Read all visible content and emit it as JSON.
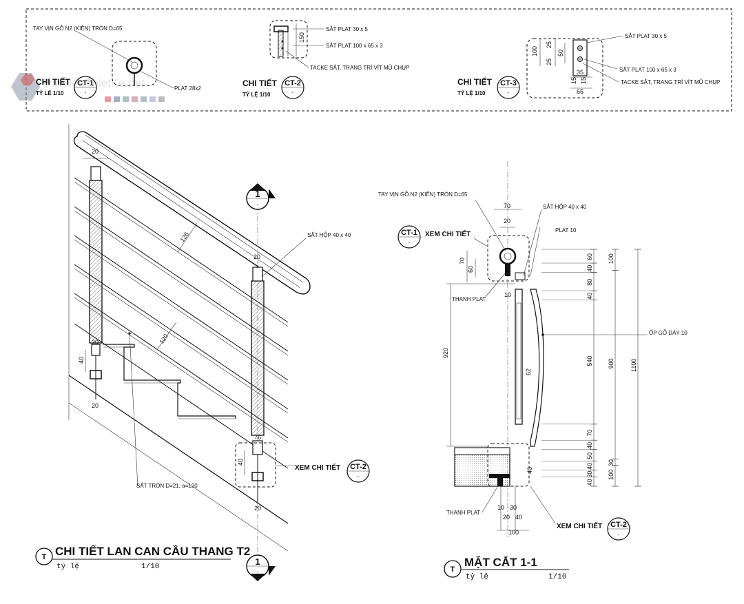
{
  "watermark": "ThuVienThietKe.net",
  "watermark_swatches": [
    "#e07070",
    "#7a8fa8",
    "#8aa8a0",
    "#c98aa0",
    "#9aa0b8",
    "#b0b0c8",
    "#a0a0a0"
  ],
  "details": {
    "ct1": {
      "title": "CHI TIẾT",
      "tag": "CT-1",
      "tag_sub": "-",
      "scale": "TỶ LỆ 1/10",
      "callouts": [
        "TAY VỊN GỖ N2 (KIỀN) TRÒN D=65",
        "PLAT 28x2"
      ]
    },
    "ct2": {
      "title": "CHI TIẾT",
      "tag": "CT-2",
      "tag_sub": "-",
      "scale": "TỶ LỆ 1/10",
      "callouts": [
        "SẮT PLAT 30 x 5",
        "SẮT PLAT 100 x 65 x 3",
        "TACKE SẮT, TRANG TRÍ VÍT MŨ CHỤP"
      ],
      "dims": [
        "150"
      ]
    },
    "ct3": {
      "title": "CHI TIẾT",
      "tag": "CT-3",
      "tag_sub": "-",
      "scale": "TỶ LỆ 1/10",
      "callouts": [
        "SẮT PLAT 30 x 5",
        "SẮT PLAT 100 x 65 x 3",
        "TACKE SẮT, TRANG TRÍ VÍT MŨ CHỤP"
      ],
      "dims": [
        "100",
        "25",
        "25",
        "50",
        "15",
        "15",
        "35",
        "65"
      ]
    }
  },
  "elevation": {
    "title": "CHI TIẾT LAN CAN CẦU THANG T2",
    "scale_label": "tỷ lệ",
    "scale_value": "1/10",
    "marker": "T",
    "section_mark": "1",
    "section_sub": "-",
    "labels": {
      "box": "SẮT HỘP 40 x 40",
      "round_bar": "SẮT TRÒN D=21, a=120",
      "see_detail": "XEM CHI TIẾT",
      "see_tag": "CT-2",
      "see_sub": "-"
    },
    "dims": [
      "20",
      "126",
      "120",
      "20",
      "40",
      "20",
      "76",
      "40",
      "20"
    ]
  },
  "section": {
    "title": "MẶT CẮT 1-1",
    "scale_label": "tỷ lệ",
    "scale_value": "1/10",
    "marker": "T",
    "labels": {
      "handrail": "TAY VỊN GỖ N2 (KIỀN) TRÒN D=65",
      "box": "SẮT HỘP 40 x 40",
      "plat": "PLAT 10",
      "see_detail_top": "XEM CHI TIẾT",
      "see_tag_top": "CT-1",
      "see_sub_top": "-",
      "flat_bar_top": "THANH PLAT",
      "wood": "ỐP GỖ DÀY 10",
      "flat_bar_bottom": "THANH PLAT",
      "see_detail_bottom": "XEM CHI TIẾT",
      "see_tag_bottom": "CT-2",
      "see_sub_bottom": "-"
    },
    "top_dims": [
      "70",
      "20"
    ],
    "left_dims": [
      "70",
      "60",
      "10",
      "920"
    ],
    "right_dims_col1": [
      "60",
      "40",
      "80",
      "40",
      "540",
      "70",
      "40",
      "50",
      "40",
      "30",
      "40"
    ],
    "right_dims_col2": [
      "100",
      "900",
      "30",
      "100"
    ],
    "right_dims_col3": [
      "1100"
    ],
    "mid_dims": [
      "62",
      "40"
    ],
    "bottom_dims": [
      "10",
      "30",
      "20",
      "40",
      "100"
    ]
  }
}
